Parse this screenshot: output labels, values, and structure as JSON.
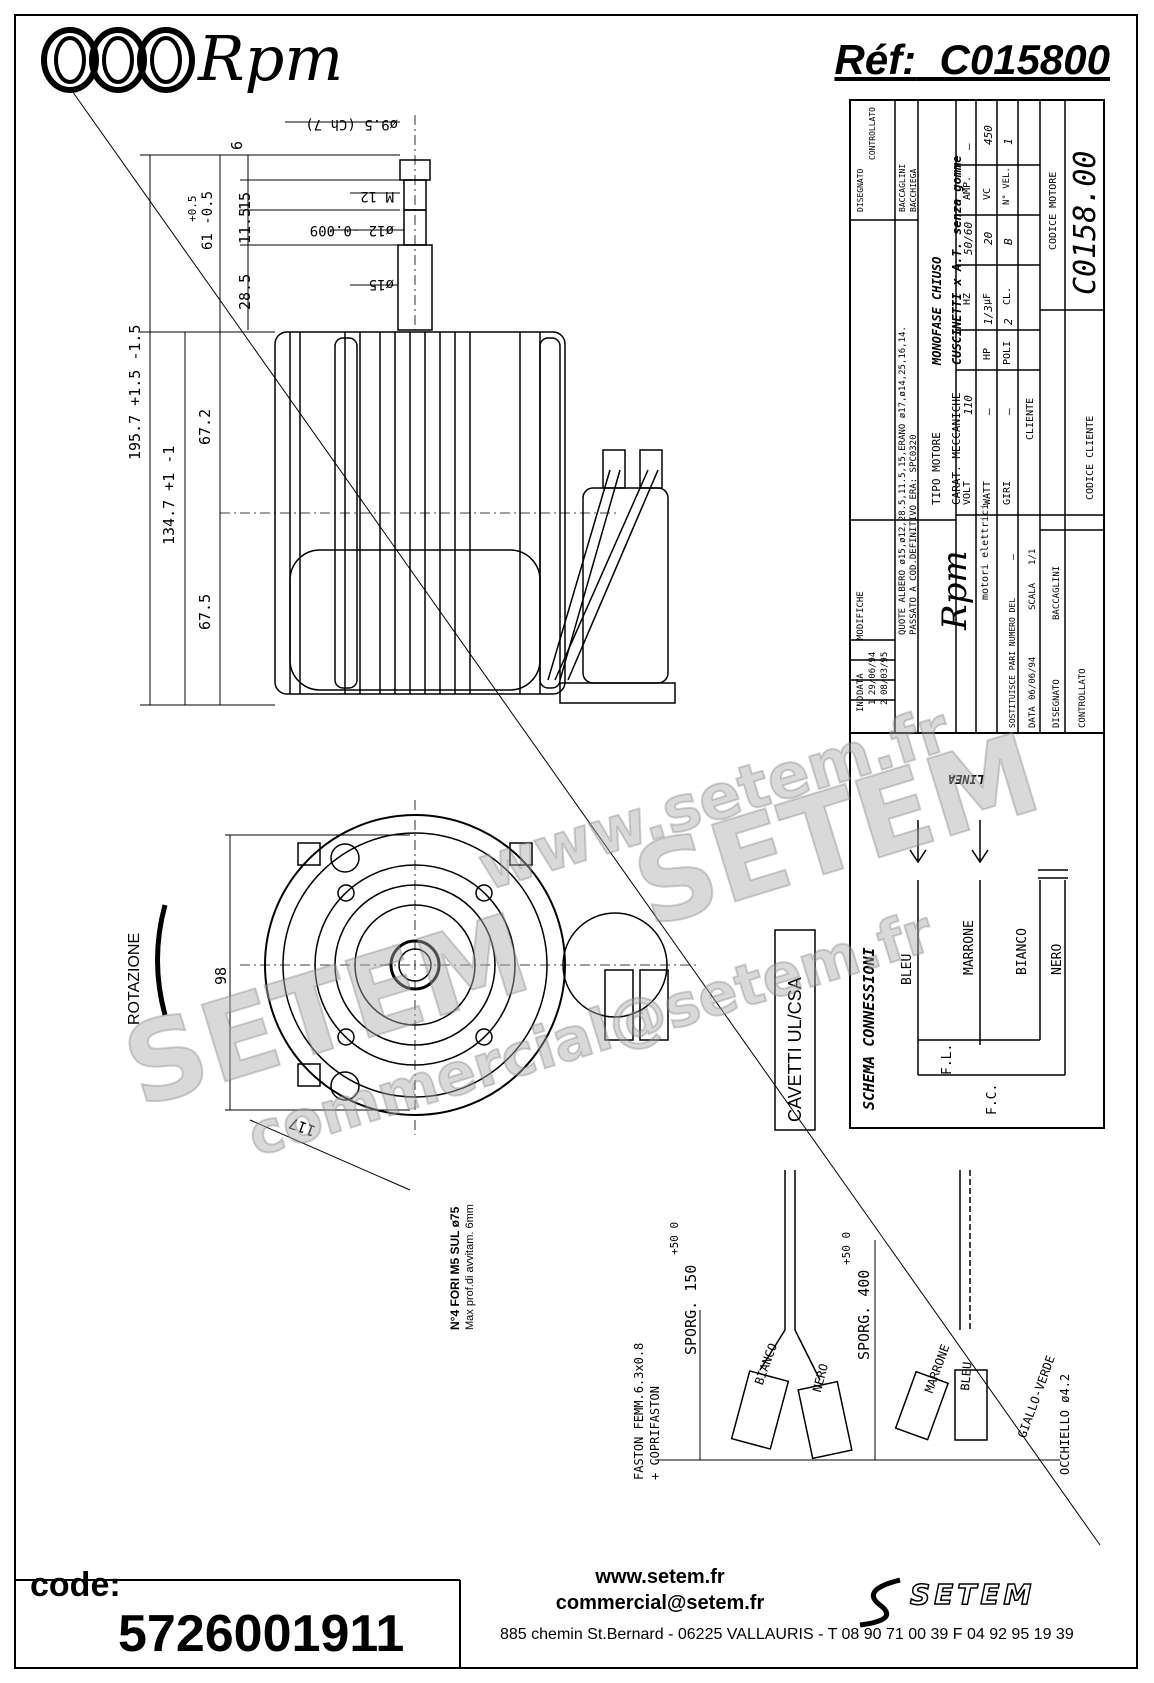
{
  "header": {
    "brand": "Rpm",
    "ref_label": "Réf:",
    "ref_value": "C015800"
  },
  "shaft_dims": {
    "d_ch": "ø9.5 (Ch 7)",
    "d6": "6",
    "d15_top": "15",
    "m12": "M 12",
    "tol_plus": "+0.5",
    "d61": "61 -0.5",
    "d11_5": "11.5",
    "d12": "ø12 -0.009",
    "d12_tol": "0",
    "d28_5": "28.5",
    "d15": "ø15",
    "d195_7": "195.7 +1.5 -1.5",
    "d134_7": "134.7 +1 -1",
    "d67_2": "67.2",
    "d67_5": "67.5"
  },
  "front_view": {
    "rotation": "ROTAZIONE",
    "d98": "98",
    "d117": "117",
    "holes_1": "N°4 FORI M5 SUL ø75",
    "holes_2": "Max prof.di avvitam. 6mm",
    "cable_cert": "CAVETTI UL/CSA"
  },
  "title_block": {
    "revisions": [
      {
        "ind": "2",
        "date": "08/03/95",
        "text": "QUOTE ALBERO ø15,ø12,28.5,11.5,15,ERANO ø17,ø14,25,16,14.",
        "by": "BACCAGLINI"
      },
      {
        "ind": "1",
        "date": "29/06/94",
        "text": "PASSATO A COD.DEFINITIVO ERA: SPC0320",
        "by": "BACCHIEGA"
      }
    ],
    "rev_headers": {
      "ind": "IND",
      "data": "DATA",
      "modifiche": "MODIFICHE",
      "disegnato": "DISEGNATO",
      "controllato": "CONTROLLATO"
    },
    "tipo_motore_label": "TIPO MOTORE",
    "tipo_motore": "MONOFASE CHIUSO",
    "carat_label": "CARAT. MECCANICHE",
    "carat": "CUSCINETTI x A.T. senza gomme",
    "volt_label": "VOLT",
    "volt": "110",
    "hz_label": "HZ",
    "hz": "50/60",
    "amp_label": "AMP.",
    "amp": "—",
    "watt_label": "WATT",
    "watt": "—",
    "hp_label": "HP",
    "hp": "1/3",
    "uf_label": "μF",
    "uf": "20",
    "vc_label": "VC",
    "vc": "450",
    "giri_label": "GIRI",
    "giri": "—",
    "poli_label": "POLI",
    "poli": "2",
    "cl_label": "CL.",
    "cl": "B",
    "nvel_label": "N° VEL.",
    "nvel": "1",
    "cliente_label": "CLIENTE",
    "codice_motore_label": "CODICE MOTORE",
    "codice_motore": "C0158.00",
    "codice_cliente_label": "CODICE CLIENTE",
    "company": "Rpm",
    "company_sub": "motori elettrici",
    "sostituisce_label": "SOSTITUISCE PARI NUMERO DEL",
    "sostituisce": "—",
    "data_label": "DATA",
    "data": "06/06/94",
    "scala_label": "SCALA",
    "scala": "1/1",
    "disegnato_label": "DISEGNATO",
    "disegnato": "BACCAGLINI",
    "controllato_label": "CONTROLLATO"
  },
  "schema": {
    "title": "SCHEMA CONNESSIONI",
    "linea": "LINEA",
    "bleu": "BLEU",
    "marrone": "MARRONE",
    "bianco": "BIANCO",
    "nero": "NERO",
    "fl": "F.L.",
    "fc": "F.C."
  },
  "cables": {
    "faston": "FASTON FEMM.6.3x0.8",
    "coprifaston": "+ COPRIFASTON",
    "sporg150": "SPORG. 150",
    "sporg150_tol": "+50 0",
    "sporg400": "SPORG. 400",
    "sporg400_tol": "+50 0",
    "bianco": "BIANCO",
    "nero": "NERO",
    "marrone": "MARRONE",
    "bleu": "BLEU",
    "giallo_verde": "GIALLO-VERDE",
    "occhiello": "OCCHIELLO ø4.2"
  },
  "watermarks": [
    "www.setem.fr",
    "SETEM",
    "commercial@setem.fr",
    "SETEM"
  ],
  "footer": {
    "code_label": "code:",
    "code_value": "5726001911",
    "web": "www.setem.fr",
    "email": "commercial@setem.fr",
    "address": "885 chemin St.Bernard  -  06225 VALLAURIS  -  T 08 90 71 00 39   F 04 92 95 19 39",
    "setem_logo": "SETEM"
  }
}
